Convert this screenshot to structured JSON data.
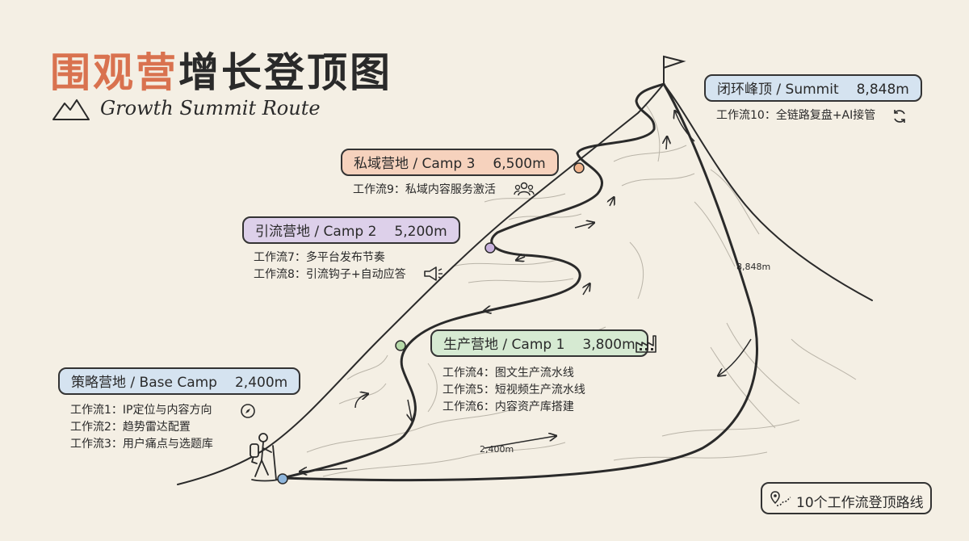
{
  "title": {
    "accent": "围观营",
    "rest": "增长登顶图"
  },
  "subtitle": "Growth Summit Route",
  "camps": {
    "base": {
      "name": "策略营地 / Base Camp",
      "altitude": "2,400m",
      "color": "#d5e3f0"
    },
    "camp1": {
      "name": "生产营地 / Camp 1",
      "altitude": "3,800m",
      "color": "#d6ead2"
    },
    "camp2": {
      "name": "引流营地 / Camp 2",
      "altitude": "5,200m",
      "color": "#ddd0ea"
    },
    "camp3": {
      "name": "私域营地 / Camp 3",
      "altitude": "6,500m",
      "color": "#f6d2bd"
    },
    "summit": {
      "name": "闭环峰顶 / Summit",
      "altitude": "8,848m",
      "color": "#d5e3f0"
    }
  },
  "workflows": {
    "base": [
      "工作流1：IP定位与内容方向",
      "工作流2：趋势雷达配置",
      "工作流3：用户痛点与选题库"
    ],
    "camp1": [
      "工作流4：图文生产流水线",
      "工作流5：短视频生产流水线",
      "工作流6：内容资产库搭建"
    ],
    "camp2": [
      "工作流7：多平台发布节奏",
      "工作流8：引流钩子+自动应答"
    ],
    "camp3": [
      "工作流9：私域内容服务激活"
    ],
    "summit": [
      "工作流10：全链路复盘+AI接管"
    ]
  },
  "route_labels": {
    "bottom": "2,400m",
    "side": "8,848m"
  },
  "badge": {
    "label": "10个工作流登顶路线",
    "icon": "route-map-icon"
  },
  "icons": {
    "mountain": "mountain-icon",
    "compass": "compass-icon",
    "factory": "factory-icon",
    "megaphone": "megaphone-icon",
    "people": "people-icon",
    "refresh": "refresh-icon",
    "hiker": "hiker-icon",
    "flag": "flag-icon"
  },
  "colors": {
    "accent": "#d9724f",
    "ink": "#2a2a2a",
    "background": "#f4efe4"
  }
}
